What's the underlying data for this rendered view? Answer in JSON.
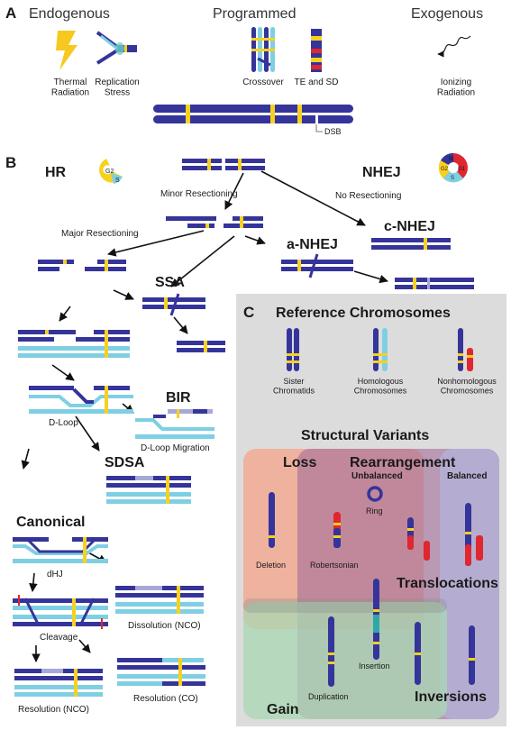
{
  "colors": {
    "navy": "#35349a",
    "lightblue": "#7fcfe3",
    "yellow": "#f7d11e",
    "red": "#e0262f",
    "panelC_bg": "#dcdcdc",
    "loss": "#f2a88f",
    "rearr": "#a26d98",
    "balanced": "#b4b1d8",
    "gain": "#a9d8b3"
  },
  "panelA": {
    "label": "A",
    "categories": [
      "Endogenous",
      "Programmed",
      "Exogenous"
    ],
    "items": [
      "Thermal\nRadiation",
      "Replication\nStress",
      "Crossover",
      "TE and SD",
      "Ionizing\nRadiation"
    ],
    "dsb_label": "DSB"
  },
  "panelB": {
    "label": "B",
    "hr": "HR",
    "nhej": "NHEJ",
    "cycle_hr": [
      "G2",
      "S"
    ],
    "cycle_nhej": [
      "M",
      "G1",
      "S",
      "G2"
    ],
    "labels": {
      "minor": "Minor Resectioning",
      "none": "No Resectioning",
      "major": "Major Resectioning",
      "anhej": "a-NHEJ",
      "cnhej": "c-NHEJ",
      "ssa": "SSA",
      "bir": "BIR",
      "dloop": "D-Loop",
      "dloop_mig": "D-Loop Migration",
      "sdsa": "SDSA",
      "canonical": "Canonical",
      "dhj": "dHJ",
      "dissolution": "Dissolution (NCO)",
      "cleavage": "Cleavage",
      "res_nco": "Resolution (NCO)",
      "res_co": "Resolution (CO)"
    }
  },
  "panelC": {
    "label": "C",
    "ref_title": "Reference Chromosomes",
    "refs": [
      "Sister\nChromatids",
      "Homologous\nChromosomes",
      "Nonhomologous\nChromosomes"
    ],
    "sv_title": "Structural Variants",
    "loss": "Loss",
    "rearrangement": "Rearrangement",
    "unbalanced": "Unbalanced",
    "balanced": "Balanced",
    "gain": "Gain",
    "sv": {
      "ring": "Ring",
      "deletion": "Deletion",
      "robertsonian": "Robertsonian",
      "translocations": "Translocations",
      "insertion": "Insertion",
      "duplication": "Duplication",
      "inversions": "Inversions"
    }
  }
}
